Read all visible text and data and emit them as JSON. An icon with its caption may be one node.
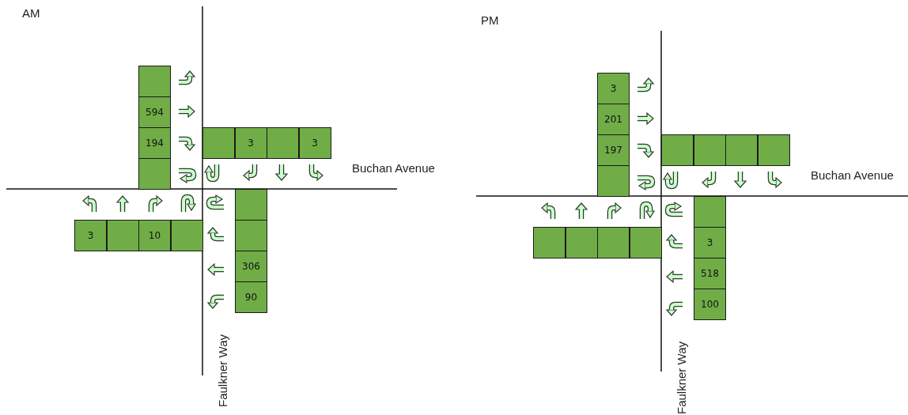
{
  "diagram": {
    "nodes": [
      {
        "text": [],
        "shape": "box"
      },
      {
        "text": [
          "594"
        ]
      },
      {
        "text": [
          "194"
        ]
      },
      {
        "text": [],
        "shape": "box"
      },
      {
        "text": [],
        "shape": "box"
      },
      {
        "text": [
          "3"
        ]
      },
      {
        "text": [],
        "shape": "box"
      },
      {
        "text": [
          "3"
        ]
      },
      {
        "text": [
          "3"
        ]
      },
      {
        "text": [],
        "shape": "box"
      },
      {
        "text": [
          "10"
        ]
      },
      {
        "text": [],
        "shape": "box"
      },
      {
        "text": [],
        "shape": "box"
      },
      {
        "text": [],
        "shape": "box"
      },
      {
        "text": [
          "306"
        ]
      },
      {
        "text": [
          "90"
        ]
      },
      {
        "text": [
          "3"
        ]
      },
      {
        "text": [
          "201"
        ]
      },
      {
        "text": [
          "197"
        ]
      },
      {
        "text": [],
        "shape": "box"
      },
      {
        "text": [],
        "shape": "box"
      },
      {
        "text": [],
        "shape": "box"
      },
      {
        "text": [],
        "shape": "box"
      },
      {
        "text": [],
        "shape": "box"
      },
      {
        "text": [],
        "shape": "box"
      },
      {
        "text": [],
        "shape": "box"
      },
      {
        "text": [],
        "shape": "box"
      },
      {
        "text": [],
        "shape": "box"
      },
      {
        "text": [],
        "shape": "box"
      },
      {
        "text": [
          "3"
        ]
      },
      {
        "text": [
          "518"
        ]
      },
      {
        "text": [
          "100"
        ]
      }
    ],
    "labels": [
      "AM",
      "Buchan Avenue",
      "Faulkner Way",
      "PM",
      "Buchan Avenue",
      "Faulkner Way"
    ]
  }
}
